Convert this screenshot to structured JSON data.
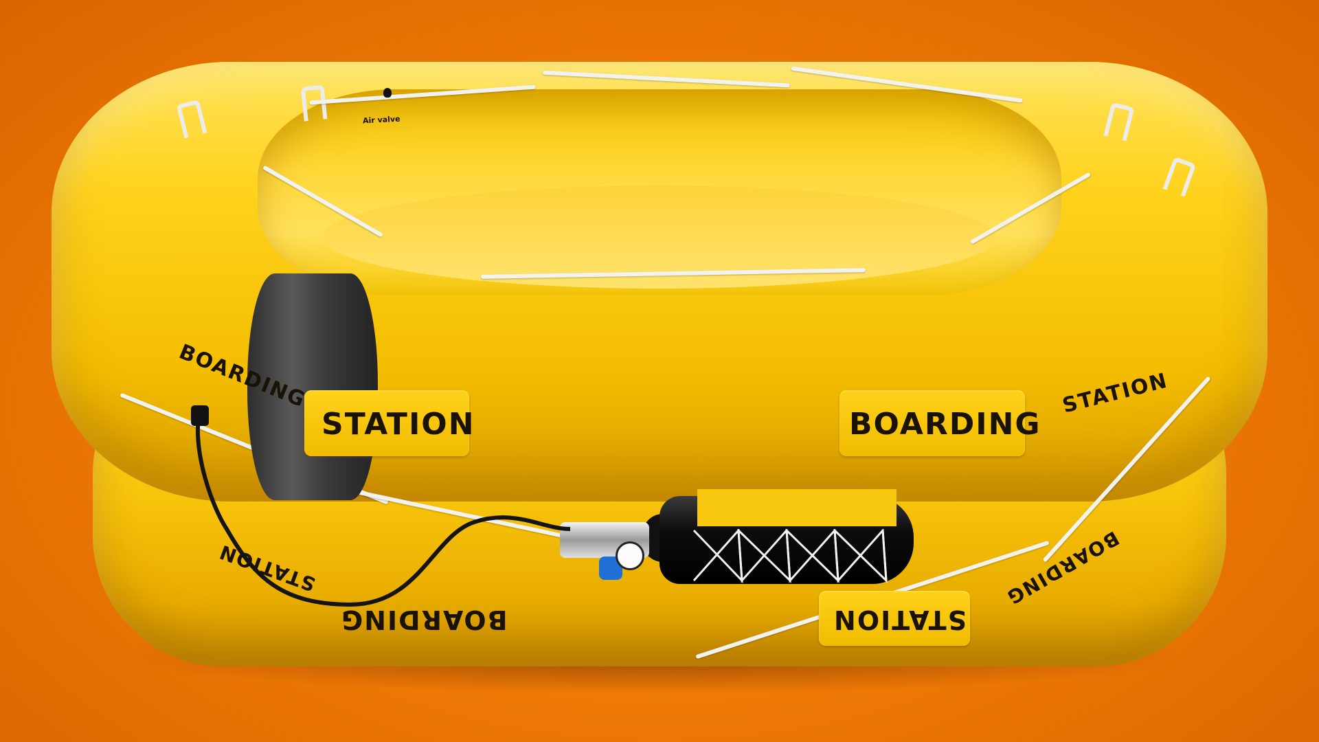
{
  "scene": {
    "subject": "Inflatable life raft",
    "background_color": "#f07c06",
    "raft_color": "#ffd21c",
    "labels": {
      "upper_left_boarding": "BOARDING",
      "upper_left_station": "STATION",
      "upper_right_boarding": "BOARDING",
      "upper_right_station": "STATION",
      "lower_left_station": "STATION",
      "lower_left_boarding": "BOARDING",
      "lower_right_station": "STATION",
      "lower_right_boarding": "BOARDING",
      "air_valve": "Air valve"
    }
  }
}
